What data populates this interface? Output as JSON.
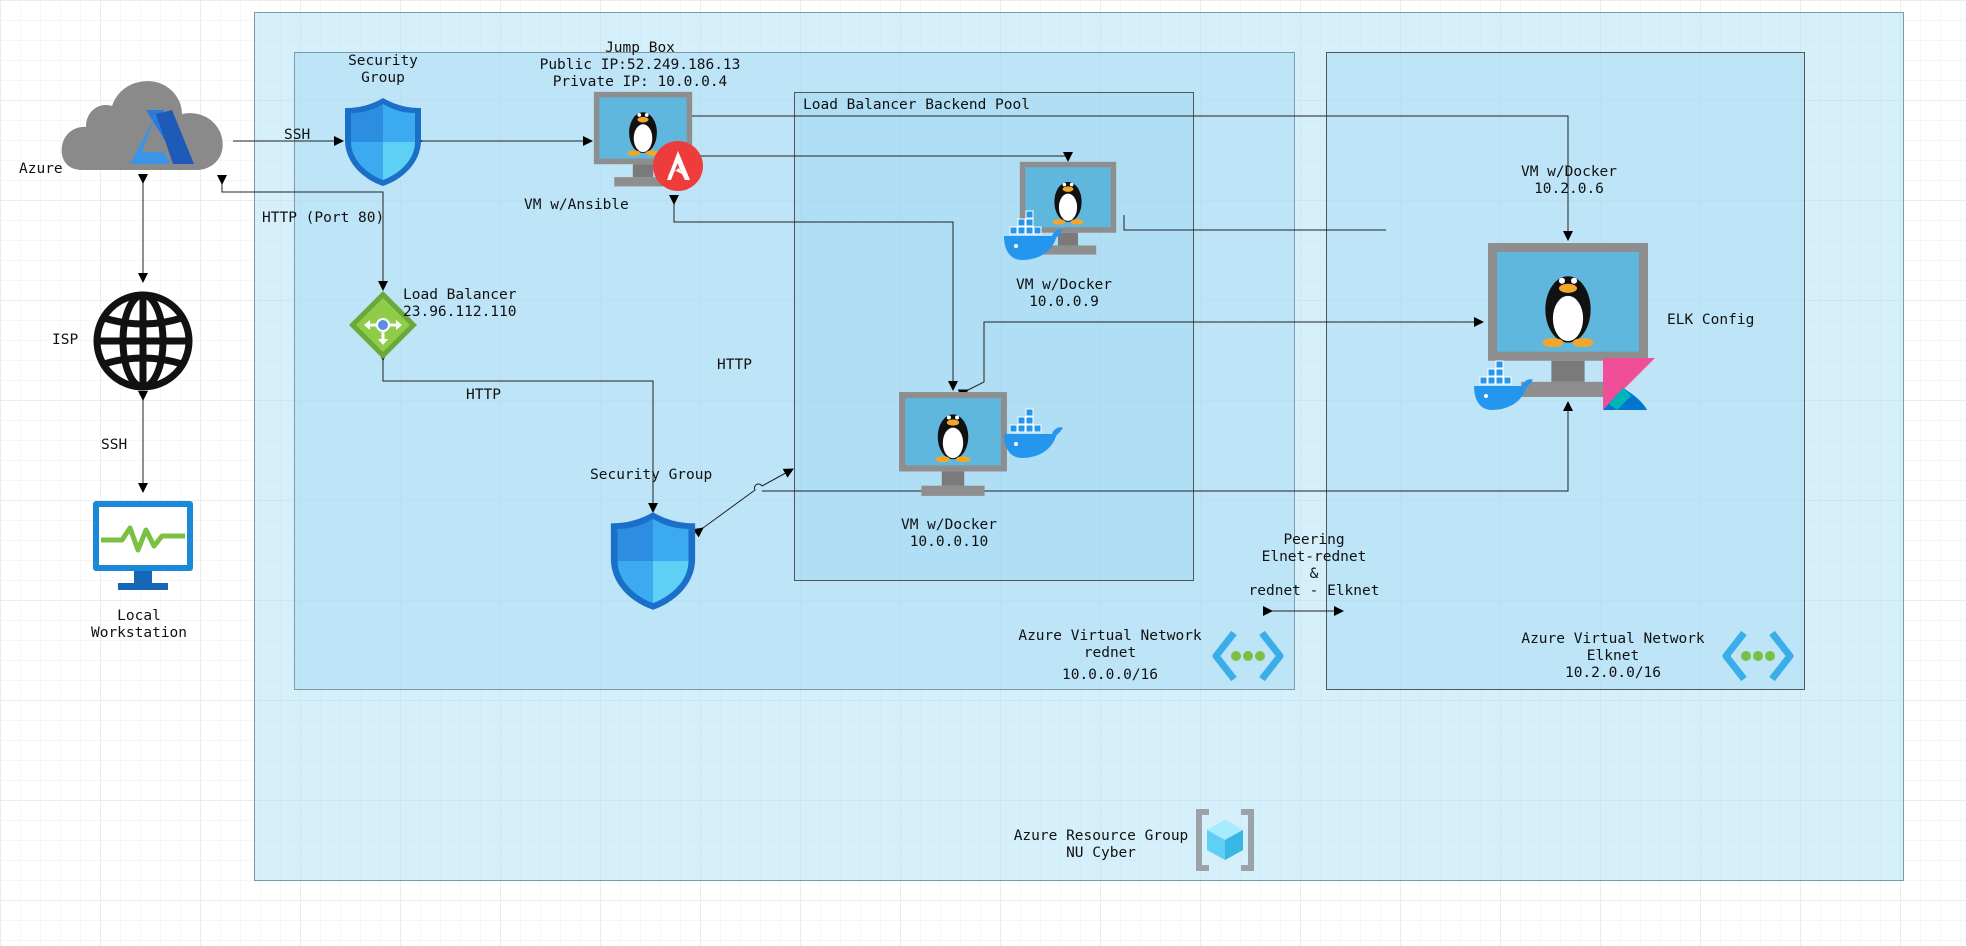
{
  "labels": {
    "azure": "Azure",
    "isp": "ISP",
    "ssh_lower": "SSH",
    "local_workstation": "Local\nWorkstation",
    "ssh_upper": "SSH",
    "http_port80": "HTTP (Port 80)",
    "security_group_top": "Security\nGroup",
    "jump_box": "Jump Box\nPublic IP:52.249.186.13\nPrivate IP: 10.0.0.4",
    "vm_ansible": "VM w/Ansible",
    "load_balancer": "Load Balancer\n23.96.112.110",
    "http_lb": "HTTP",
    "http_pool": "HTTP",
    "security_group_bottom": "Security Group",
    "backend_pool": "Load Balancer Backend Pool",
    "vm_docker_9": "VM w/Docker\n10.0.0.9",
    "vm_docker_10": "VM w/Docker\n10.0.0.10",
    "vm_docker_elk_ip": "VM w/Docker\n10.2.0.6",
    "elk_config": "ELK Config",
    "peering": "Peering\nElnet-rednet\n&\nrednet - Elknet",
    "rednet": "Azure Virtual Network\nrednet",
    "rednet_cidr": "10.0.0.0/16",
    "elknet": "Azure Virtual Network\nElknet\n10.2.0.0/16",
    "resource_group": "Azure Resource Group\nNU Cyber"
  },
  "icons": {
    "cloud": "azure-cloud-icon",
    "globe": "globe-icon",
    "monitor": "monitor-icon",
    "shield": "shield-icon",
    "linux_vm": "linux-vm-icon",
    "ansible": "ansible-icon",
    "docker": "docker-icon",
    "kibana": "kibana-icon",
    "load_balancer": "load-balancer-icon",
    "vnet": "vnet-icon",
    "resource_group": "resource-group-icon"
  },
  "colors": {
    "resource_group_fill": "#c4eafa",
    "vnet_fill": "#b4e0f4",
    "azure_blue": "#0078d4",
    "shield_blue": "#2a8bdc",
    "ansible_red": "#ee3c3c",
    "docker_blue": "#2496ed",
    "lb_green": "#7cb83f",
    "vnet_cyan": "#50c8f0"
  }
}
